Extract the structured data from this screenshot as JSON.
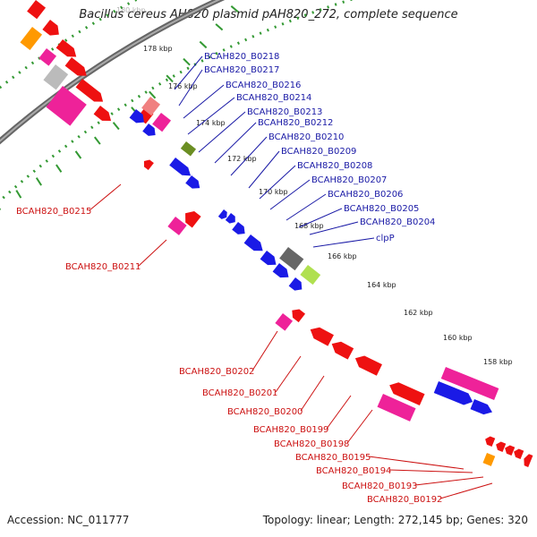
{
  "title": "Bacillus cereus AH820 plasmid pAH820_272, complete sequence",
  "accession": "Accession: NC_011777",
  "summary": "Topology: linear; Length: 272,145 bp; Genes: 320",
  "colors": {
    "backbone": "#888888",
    "ruler": "#339933",
    "forward_label": "#1a1aa6",
    "reverse_label": "#cc1111",
    "blue_gene": "#1a1ae6",
    "red_gene": "#ee1111",
    "magenta_gene": "#ee2299",
    "orange_gene": "#ff9900",
    "olive_gene": "#6b8e23",
    "gray_gene": "#666666",
    "light_green_gene": "#b0e050",
    "silver_gene": "#bbbbbb",
    "salmon_gene": "#f08080"
  },
  "ticks": [
    "180 kbp",
    "178 kbp",
    "176 kbp",
    "174 kbp",
    "172 kbp",
    "170 kbp",
    "168 kbp",
    "166 kbp",
    "164 kbp",
    "162 kbp",
    "160 kbp",
    "158 kbp"
  ],
  "forward_labels": [
    "BCAH820_B0218",
    "BCAH820_B0217",
    "BCAH820_B0216",
    "BCAH820_B0214",
    "BCAH820_B0213",
    "BCAH820_B0212",
    "BCAH820_B0210",
    "BCAH820_B0209",
    "BCAH820_B0208",
    "BCAH820_B0207",
    "BCAH820_B0206",
    "BCAH820_B0205",
    "BCAH820_B0204",
    "clpP"
  ],
  "reverse_labels": [
    "BCAH820_B0215",
    "BCAH820_B0211",
    "BCAH820_B0202",
    "BCAH820_B0201",
    "BCAH820_B0200",
    "BCAH820_B0199",
    "BCAH820_B0198",
    "BCAH820_B0195",
    "BCAH820_B0194",
    "BCAH820_B0193",
    "BCAH820_B0192"
  ]
}
